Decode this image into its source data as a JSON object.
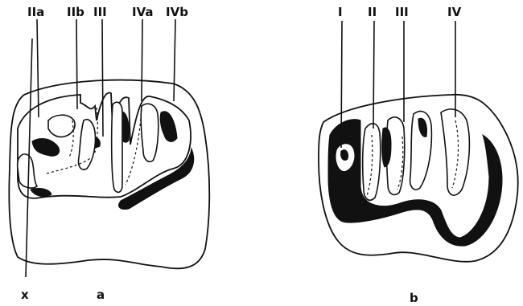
{
  "figure_a": {
    "labels": [
      "IIa",
      "IIb",
      "III",
      "IVa",
      "IVb"
    ],
    "marker": "x",
    "caption": "a"
  },
  "figure_b": {
    "labels": [
      "I",
      "II",
      "III",
      "IV"
    ],
    "caption": "b"
  },
  "colors": {
    "ink": "#111111",
    "paper": "#ffffff"
  }
}
